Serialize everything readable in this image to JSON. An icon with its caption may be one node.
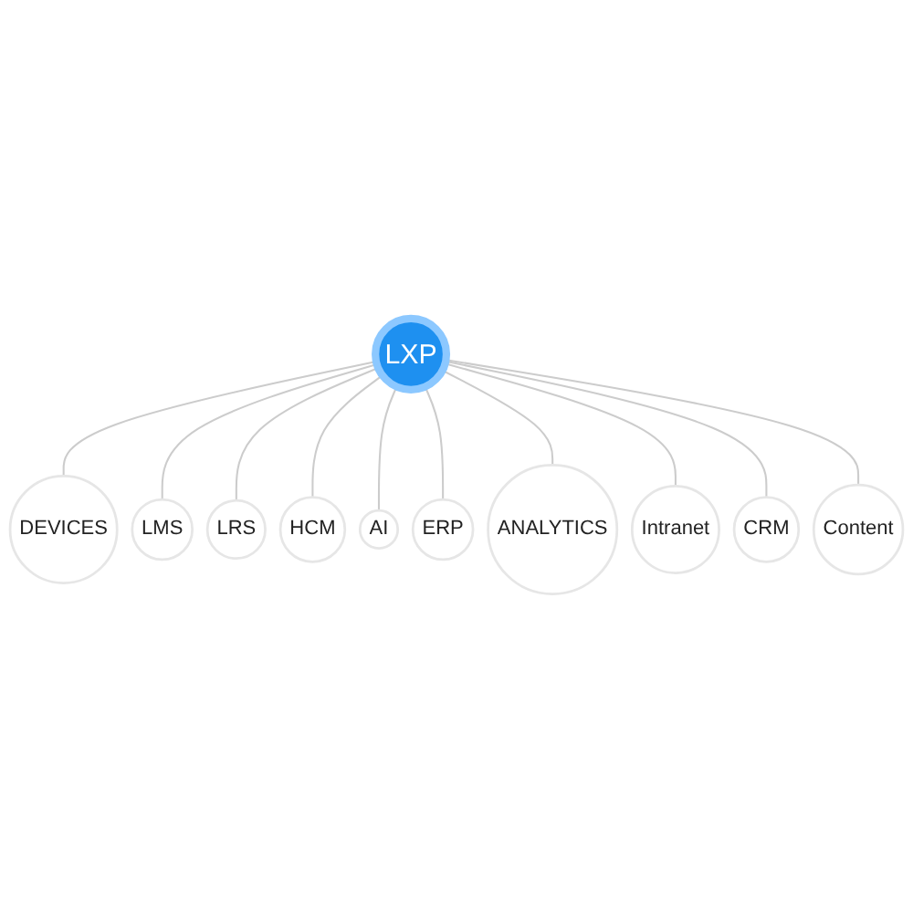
{
  "diagram": {
    "nodes": [
      {
        "text": [
          "LXP"
        ]
      },
      {
        "text": [
          "DEVICES"
        ]
      },
      {
        "text": [
          "LMS"
        ]
      },
      {
        "text": [
          "LRS"
        ]
      },
      {
        "text": [
          "HCM"
        ]
      },
      {
        "text": [
          "AI"
        ]
      },
      {
        "text": [
          "ERP"
        ]
      },
      {
        "text": [
          "ANALYTICS"
        ]
      },
      {
        "text": [
          "Intranet"
        ]
      },
      {
        "text": [
          "CRM"
        ]
      },
      {
        "text": [
          "Content"
        ]
      }
    ],
    "edges": [
      {
        "from": 0,
        "to": 1,
        "arrow": "none"
      },
      {
        "from": 0,
        "to": 2,
        "arrow": "none"
      },
      {
        "from": 0,
        "to": 3,
        "arrow": "none"
      },
      {
        "from": 0,
        "to": 4,
        "arrow": "none"
      },
      {
        "from": 0,
        "to": 5,
        "arrow": "none"
      },
      {
        "from": 0,
        "to": 6,
        "arrow": "none"
      },
      {
        "from": 0,
        "to": 7,
        "arrow": "none"
      },
      {
        "from": 0,
        "to": 8,
        "arrow": "none"
      },
      {
        "from": 0,
        "to": 9,
        "arrow": "none"
      },
      {
        "from": 0,
        "to": 10,
        "arrow": "none"
      }
    ]
  }
}
